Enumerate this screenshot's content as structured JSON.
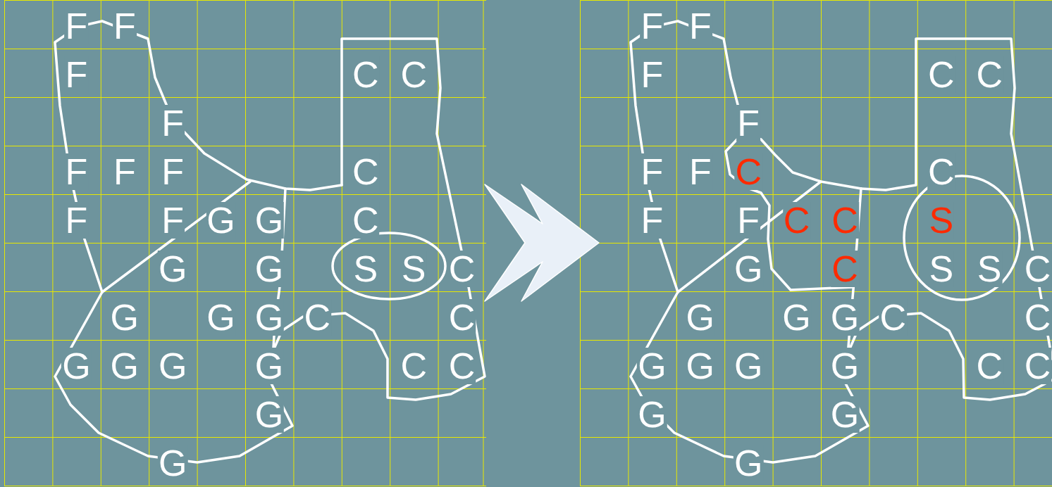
{
  "diagram": {
    "labels": [
      "F",
      "F",
      "F",
      "C",
      "C",
      "F",
      "F",
      "F",
      "F",
      "C",
      "F",
      "F",
      "G",
      "G",
      "C",
      "G",
      "G",
      "S",
      "S",
      "C",
      "G",
      "G",
      "G",
      "C",
      "C",
      "G",
      "G",
      "G",
      "G",
      "C",
      "C",
      "G",
      "G",
      "F",
      "F",
      "F",
      "C",
      "C",
      "F",
      "F",
      "F",
      "C",
      "C",
      "F",
      "F",
      "C",
      "C",
      "S",
      "G",
      "C",
      "S",
      "S",
      "C",
      "G",
      "G",
      "G",
      "C",
      "C",
      "G",
      "G",
      "G",
      "G",
      "C",
      "C",
      "G",
      "G",
      "G"
    ]
  }
}
